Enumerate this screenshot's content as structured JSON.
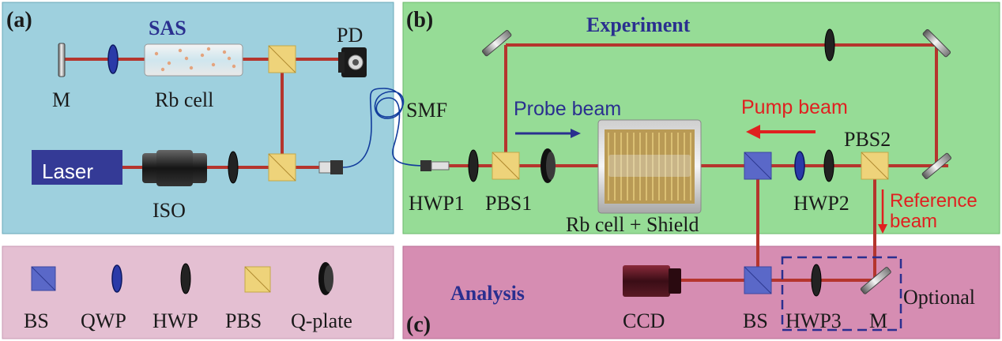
{
  "panels": {
    "a": {
      "tag": "(a)",
      "title": "SAS"
    },
    "b": {
      "tag": "(b)",
      "title": "Experiment"
    },
    "c": {
      "tag": "(c)",
      "title": "Analysis"
    }
  },
  "components": {
    "mirror": "M",
    "rb_cell": "Rb cell",
    "pd": "PD",
    "laser": "Laser",
    "iso": "ISO",
    "smf": "SMF",
    "hwp1": "HWP1",
    "pbs1": "PBS1",
    "rb_shield": "Rb cell + Shield",
    "hwp2": "HWP2",
    "pbs2": "PBS2",
    "ccd": "CCD",
    "bs": "BS",
    "hwp3": "HWP3",
    "m2": "M",
    "optional": "Optional"
  },
  "beams": {
    "probe": "Probe beam",
    "pump": "Pump beam",
    "reference_1": "Reference",
    "reference_2": "beam"
  },
  "legend": {
    "items": [
      "BS",
      "QWP",
      "HWP",
      "PBS",
      "Q-plate"
    ]
  },
  "colors": {
    "panel_a": "#9ed0de",
    "panel_b": "#96dc96",
    "panel_c": "#d68db2",
    "legend_bg": "#e4bfd2",
    "beam": "#b5352d",
    "bs": "#5a68c8",
    "pbs": "#eed37a",
    "laser": "#343a96"
  }
}
